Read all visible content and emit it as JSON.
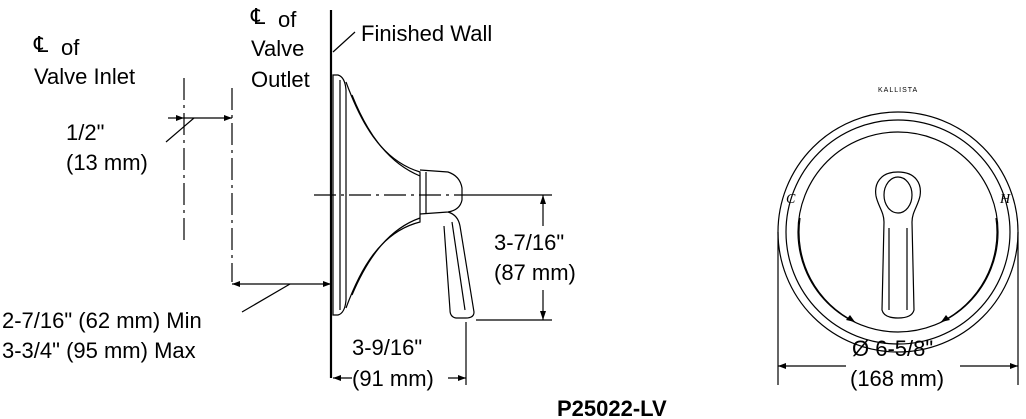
{
  "labels": {
    "cl_symbol": "℄",
    "inlet_of": "of",
    "inlet_name": "Valve Inlet",
    "outlet_of": "of",
    "outlet_line1": "Valve",
    "outlet_line2": "Outlet",
    "finished_wall": "Finished Wall",
    "offset_in": "1/2\"",
    "offset_mm": "(13 mm)",
    "depth_min": "2-7/16\" (62 mm) Min",
    "depth_max": "3-3/4\" (95 mm) Max",
    "height_in": "3-7/16\"",
    "height_mm": "(87 mm)",
    "proj_in": "3-9/16\"",
    "proj_mm": "(91 mm)",
    "diam_in": "Ø 6-5/8\"",
    "diam_mm": "(168 mm)",
    "brand": "KALLISTA",
    "cold_mark": "C",
    "hot_mark": "H",
    "model": "P25022-LV"
  }
}
